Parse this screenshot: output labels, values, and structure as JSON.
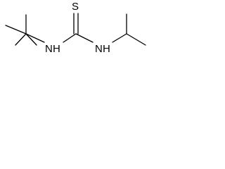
{
  "molecule": {
    "atoms": {
      "sulfur": "S",
      "nitrogen_left": "N",
      "hydrogen_left": "H",
      "nitrogen_right": "N",
      "hydrogen_right": "H"
    }
  }
}
